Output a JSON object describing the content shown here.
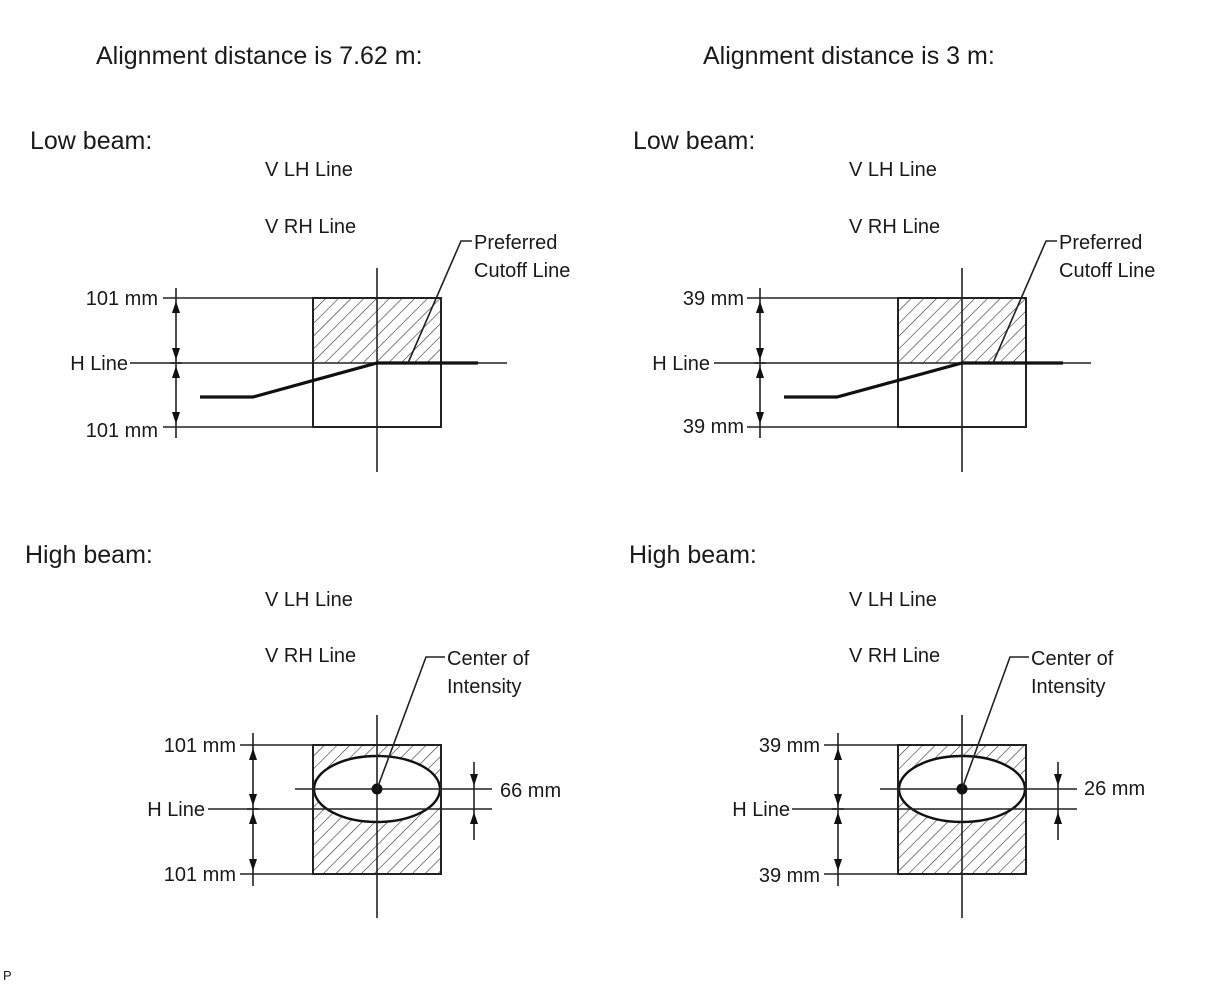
{
  "left": {
    "title": "Alignment distance is 7.62 m:",
    "low_beam": {
      "heading": "Low beam:",
      "v_lh": "V LH Line",
      "v_rh": "V RH Line",
      "callout_line1": "Preferred",
      "callout_line2": "Cutoff Line",
      "upper_dim": "101 mm",
      "h_line": "H Line",
      "lower_dim": "101 mm"
    },
    "high_beam": {
      "heading": "High beam:",
      "v_lh": "V LH Line",
      "v_rh": "V RH Line",
      "callout_line1": "Center of",
      "callout_line2": "Intensity",
      "upper_dim": "101 mm",
      "h_line": "H Line",
      "lower_dim": "101 mm",
      "offset_dim": "66 mm"
    }
  },
  "right": {
    "title": "Alignment distance is 3 m:",
    "low_beam": {
      "heading": "Low beam:",
      "v_lh": "V LH Line",
      "v_rh": "V RH Line",
      "callout_line1": "Preferred",
      "callout_line2": "Cutoff Line",
      "upper_dim": "39 mm",
      "h_line": "H Line",
      "lower_dim": "39 mm"
    },
    "high_beam": {
      "heading": "High beam:",
      "v_lh": "V LH Line",
      "v_rh": "V RH Line",
      "callout_line1": "Center of",
      "callout_line2": "Intensity",
      "upper_dim": "39 mm",
      "h_line": "H Line",
      "lower_dim": "39 mm",
      "offset_dim": "26 mm"
    }
  },
  "corner_mark": "P"
}
